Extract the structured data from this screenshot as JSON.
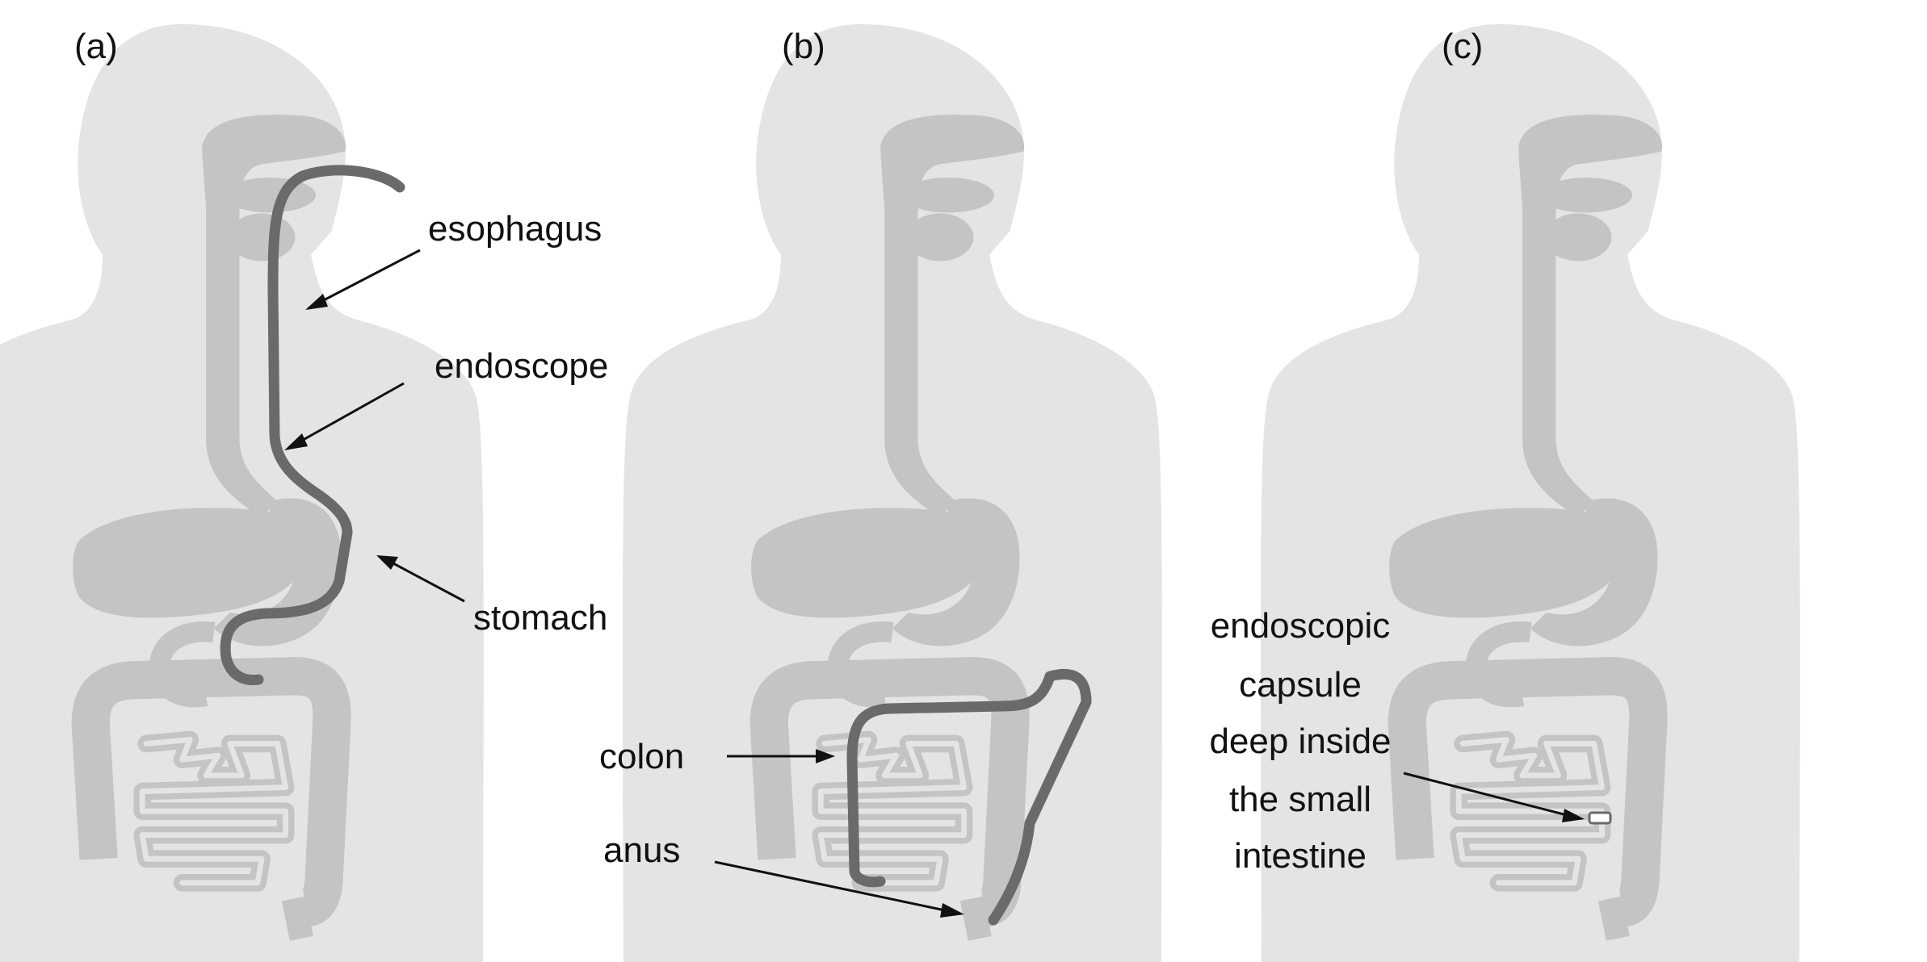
{
  "panels": [
    {
      "label": "(a)",
      "callouts": {
        "esophagus": "esophagus",
        "endoscope": "endoscope",
        "stomach": "stomach"
      }
    },
    {
      "label": "(b)",
      "callouts": {
        "colon": "colon",
        "anus": "anus"
      }
    },
    {
      "label": "(c)",
      "callouts": {
        "capsule_lines": [
          "endoscopic",
          "capsule",
          "deep inside",
          "the small",
          "intestine"
        ]
      }
    }
  ],
  "colors": {
    "body": "#e4e4e4",
    "organ": "#c4c4c4",
    "instrument": "#6a6a6a",
    "text": "#111111"
  }
}
